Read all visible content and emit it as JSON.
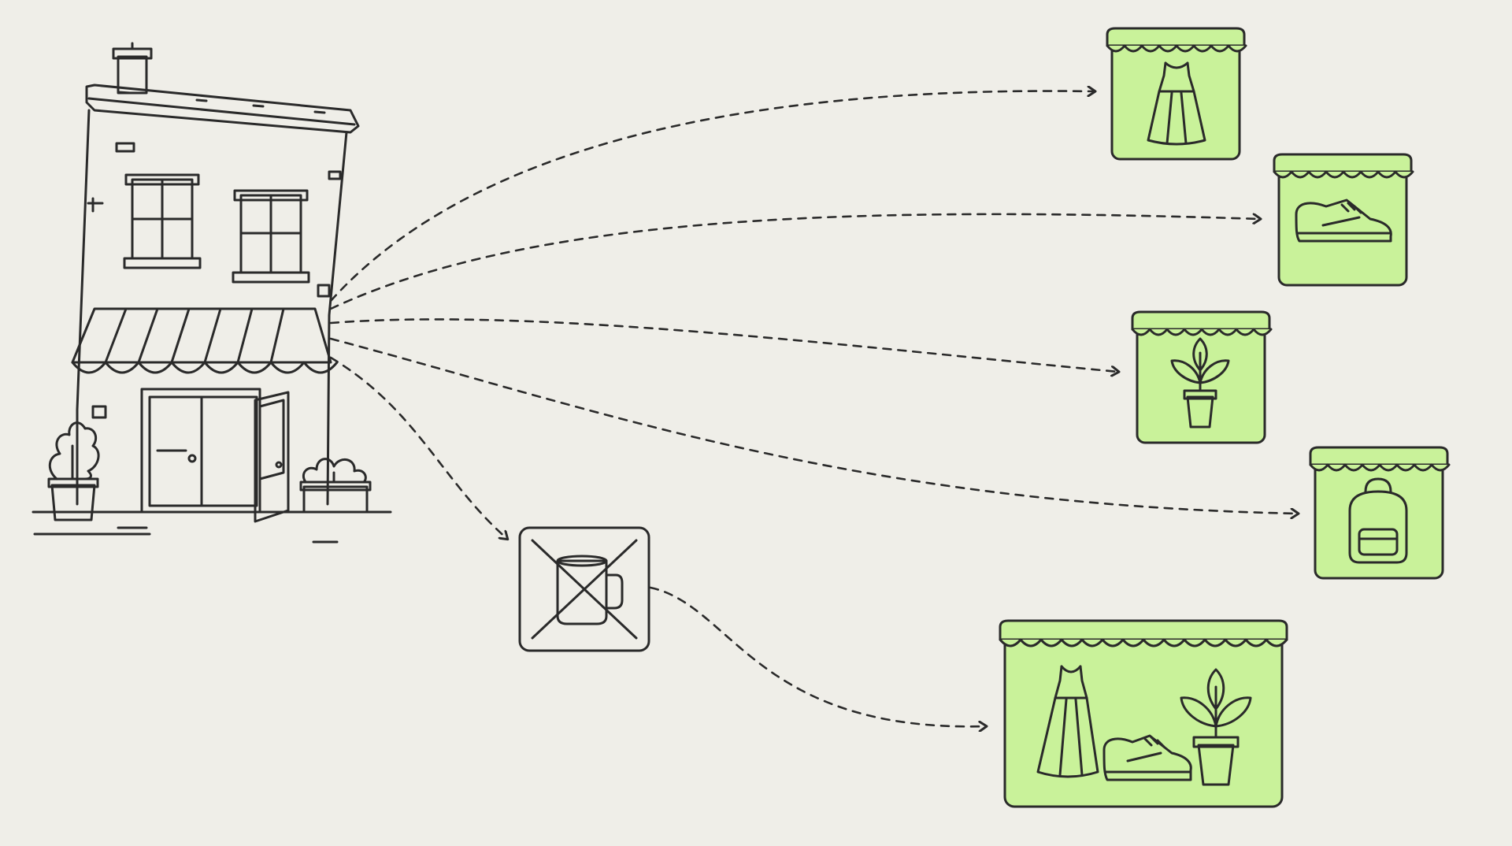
{
  "diagram": {
    "source": {
      "icon": "building-storefront-icon"
    },
    "connector_style": "dashed-arrow",
    "specialty_stores": [
      {
        "id": "dress-shop",
        "icon": "dress-icon"
      },
      {
        "id": "sneaker-shop",
        "icon": "sneaker-icon"
      },
      {
        "id": "plant-shop",
        "icon": "potted-plant-icon"
      },
      {
        "id": "backpack-shop",
        "icon": "backpack-icon"
      }
    ],
    "rejected_item": {
      "icon": "crossed-out-mug-icon"
    },
    "combined_store": {
      "icons": [
        "dress-icon",
        "sneaker-icon",
        "potted-plant-icon"
      ]
    }
  },
  "colors": {
    "background": "#efeee8",
    "line": "#2a2a2a",
    "store_fill": "#c9f29a",
    "rejected_fill": "#efeee8"
  }
}
